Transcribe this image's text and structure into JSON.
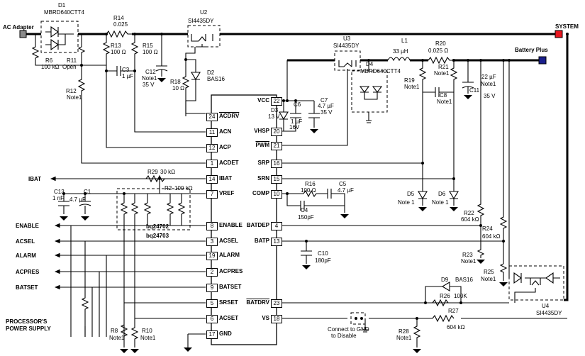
{
  "nets": {
    "ac_adapter": "AC Adapter",
    "system": "SYSTEM",
    "battery_plus": "Battery Plus",
    "ibat": "IBAT",
    "enable": "ENABLE",
    "acsel": "ACSEL",
    "alarm": "ALARM",
    "acpres": "ACPRES",
    "batset": "BATSET",
    "proc_supply_1": "PROCESSOR'S",
    "proc_supply_2": "POWER SUPPLY",
    "gnd_disable_1": "Connect to GND",
    "gnd_disable_2": "to Disable"
  },
  "colors": {
    "system_terminal": "#e8161f",
    "battery_terminal": "#1a1f8c",
    "adapter_terminal": "#8a8a8a"
  },
  "ic": {
    "part_1": "bq24702",
    "part_2": "bq24703",
    "left_pins": [
      {
        "num": "24",
        "name": "ACDRV",
        "overline": true
      },
      {
        "num": "11",
        "name": "ACN",
        "overline": false
      },
      {
        "num": "12",
        "name": "ACP",
        "overline": false
      },
      {
        "num": "1",
        "name": "ACDET",
        "overline": false
      },
      {
        "num": "14",
        "name": "IBAT",
        "overline": false
      },
      {
        "num": "7",
        "name": "VREF",
        "overline": false
      },
      {
        "num": "8",
        "name": "ENABLE",
        "overline": false
      },
      {
        "num": "3",
        "name": "ACSEL",
        "overline": false
      },
      {
        "num": "19",
        "name": "ALARM",
        "overline": false
      },
      {
        "num": "2",
        "name": "ACPRES",
        "overline": false
      },
      {
        "num": "9",
        "name": "BATSET",
        "overline": false
      },
      {
        "num": "5",
        "name": "SRSET",
        "overline": false
      },
      {
        "num": "6",
        "name": "ACSET",
        "overline": false
      },
      {
        "num": "17",
        "name": "GND",
        "overline": false
      }
    ],
    "right_pins": [
      {
        "num": "22",
        "name": "VCC",
        "overline": false
      },
      {
        "num": "20",
        "name": "VHSP",
        "overline": false
      },
      {
        "num": "21",
        "name": "PWM",
        "overline": true
      },
      {
        "num": "16",
        "name": "SRP",
        "overline": false
      },
      {
        "num": "15",
        "name": "SRN",
        "overline": false
      },
      {
        "num": "10",
        "name": "COMP",
        "overline": false
      },
      {
        "num": "4",
        "name": "BATDEP",
        "overline": false
      },
      {
        "num": "13",
        "name": "BATP",
        "overline": false
      },
      {
        "num": "23",
        "name": "BATDRV",
        "overline": true
      },
      {
        "num": "18",
        "name": "VS",
        "overline": false
      }
    ]
  },
  "components": {
    "D1": {
      "ref": "D1",
      "value": "MBRD640CTT4"
    },
    "R14": {
      "ref": "R14",
      "value": "0.025"
    },
    "U2": {
      "ref": "U2",
      "value": "SI4435DY"
    },
    "R6": {
      "ref": "R6",
      "value": "100 kΩ"
    },
    "R11": {
      "ref": "R11",
      "value": "Open"
    },
    "R13": {
      "ref": "R13",
      "value": "100 Ω"
    },
    "R15": {
      "ref": "R15",
      "value": "100 Ω"
    },
    "C3": {
      "ref": "C3",
      "value": "1 µF"
    },
    "C12": {
      "ref": "C12",
      "value": "Note1",
      "value2": "35 V"
    },
    "R12": {
      "ref": "R12",
      "value": "Note1"
    },
    "R18": {
      "ref": "R18",
      "value": "10 Ω"
    },
    "D2": {
      "ref": "D2",
      "value": "BAS16"
    },
    "U3": {
      "ref": "U3",
      "value": "SI4435DY"
    },
    "D4": {
      "ref": "D4",
      "value": "MBRD640CTT4"
    },
    "L1": {
      "ref": "L1",
      "value": "33 µH"
    },
    "R20": {
      "ref": "R20",
      "value": "0.025 Ω"
    },
    "R21": {
      "ref": "R21",
      "value": "Note1"
    },
    "R19": {
      "ref": "R19",
      "value": "Note1"
    },
    "C8": {
      "ref": "C8",
      "value": "Note1"
    },
    "C11": {
      "ref": "C11",
      "value": "22 µF",
      "value2": "Note1",
      "value3": "35 V"
    },
    "C7": {
      "ref": "C7",
      "value": "4.7 µF",
      "value2": "35 V"
    },
    "C6": {
      "ref": "C6",
      "value": "1 µF",
      "value2": "16V"
    },
    "D3": {
      "ref": "D3",
      "value": "13 V"
    },
    "R29": {
      "ref": "R29",
      "value": "30 kΩ"
    },
    "C13": {
      "ref": "C13",
      "value": "1 nF"
    },
    "C1": {
      "ref": "C1",
      "value": "4.7 µF"
    },
    "R2": {
      "ref": "R2",
      "value": "100 kΩ"
    },
    "R16": {
      "ref": "R16",
      "value": "100 Ω"
    },
    "C5": {
      "ref": "C5",
      "value": "4.7 µF"
    },
    "C4": {
      "ref": "C4",
      "value": "150pF"
    },
    "D5": {
      "ref": "D5",
      "value": "Note 1"
    },
    "D6": {
      "ref": "D6",
      "value": "Note 1"
    },
    "R22": {
      "ref": "R22",
      "value": "604 kΩ"
    },
    "R24": {
      "ref": "R24",
      "value": "604 kΩ"
    },
    "C10": {
      "ref": "C10",
      "value": "180pF"
    },
    "R23": {
      "ref": "R23",
      "value": "Note1"
    },
    "R25": {
      "ref": "R25",
      "value": "Note1"
    },
    "D9": {
      "ref": "D9",
      "value": "BAS16"
    },
    "R26": {
      "ref": "R26",
      "value": "100K"
    },
    "R27": {
      "ref": "R27",
      "value": "604 kΩ"
    },
    "U4": {
      "ref": "U4",
      "value": "SI4435DY"
    },
    "R28": {
      "ref": "R28",
      "value": "Note1"
    },
    "R8": {
      "ref": "R8",
      "value": "Note1"
    },
    "R10": {
      "ref": "R10",
      "value": "Note1"
    }
  }
}
